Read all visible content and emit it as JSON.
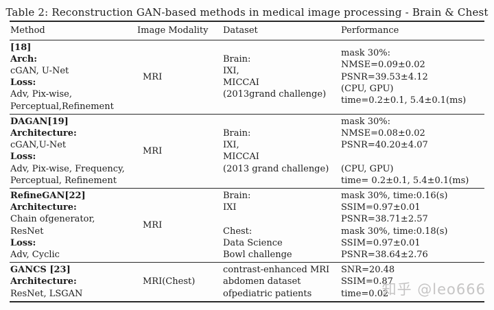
{
  "table": {
    "title": "Table 2: Reconstruction GAN-based methods in medical image processing - Brain & Chest",
    "headers": [
      "Method",
      "Image Modality",
      "Dataset",
      "Performance"
    ],
    "rows": [
      {
        "method": [
          {
            "text": "[18]",
            "bold": true
          },
          {
            "text": "Arch:",
            "bold": true
          },
          {
            "text": "cGAN, U-Net",
            "bold": false
          },
          {
            "text": "Loss:",
            "bold": true
          },
          {
            "text": "Adv, Pix-wise,",
            "bold": false
          },
          {
            "text": "Perceptual,Refinement",
            "bold": false
          }
        ],
        "modality": "MRI",
        "dataset": [
          "Brain:",
          "IXI,",
          "MICCAI",
          "(2013grand challenge)"
        ],
        "performance": [
          "mask 30%:",
          "NMSE=0.09±0.02",
          "PSNR=39.53±4.12",
          "(CPU, GPU)",
          "time=0.2±0.1, 5.4±0.1(ms)"
        ]
      },
      {
        "method": [
          {
            "text": "DAGAN[19]",
            "bold": true
          },
          {
            "text": "Architecture:",
            "bold": true
          },
          {
            "text": "cGAN,U-Net",
            "bold": false
          },
          {
            "text": "Loss:",
            "bold": true
          },
          {
            "text": "Adv, Pix-wise, Frequency,",
            "bold": false
          },
          {
            "text": "Perceptual, Refinement",
            "bold": false
          }
        ],
        "modality": "MRI",
        "dataset": [
          "Brain:",
          "IXI,",
          "MICCAI",
          "(2013 grand challenge)"
        ],
        "performance": [
          "mask 30%:",
          "NMSE=0.08±0.02",
          "PSNR=40.20±4.07",
          "",
          "(CPU, GPU)",
          "time= 0.2±0.1, 5.4±0.1(ms)"
        ]
      },
      {
        "method": [
          {
            "text": "RefineGAN[22]",
            "bold": true
          },
          {
            "text": "Architecture:",
            "bold": true
          },
          {
            "text": "Chain ofgenerator,",
            "bold": false
          },
          {
            "text": "ResNet",
            "bold": false
          },
          {
            "text": "Loss:",
            "bold": true
          },
          {
            "text": "Adv, Cyclic",
            "bold": false
          }
        ],
        "modality": "MRI",
        "dataset": [
          "Brain:",
          "IXI",
          "",
          "Chest:",
          "Data Science",
          "Bowl challenge"
        ],
        "performance": [
          "mask 30%, time:0.16(s)",
          "SSIM=0.97±0.01",
          "PSNR=38.71±2.57",
          "mask 30%, time:0.18(s)",
          "SSIM=0.97±0.01",
          "PSNR=38.64±2.76"
        ]
      },
      {
        "method": [
          {
            "text": "GANCS [23]",
            "bold": true
          },
          {
            "text": "Architecture:",
            "bold": true
          },
          {
            "text": "ResNet, LSGAN",
            "bold": false
          }
        ],
        "modality": "MRI(Chest)",
        "dataset": [
          "contrast-enhanced MRI",
          "abdomen dataset",
          "ofpediatric patients"
        ],
        "performance": [
          "SNR=20.48",
          "SSIM=0.87",
          "time=0.02"
        ]
      }
    ]
  },
  "watermark": {
    "text": "知乎 @leo666"
  }
}
